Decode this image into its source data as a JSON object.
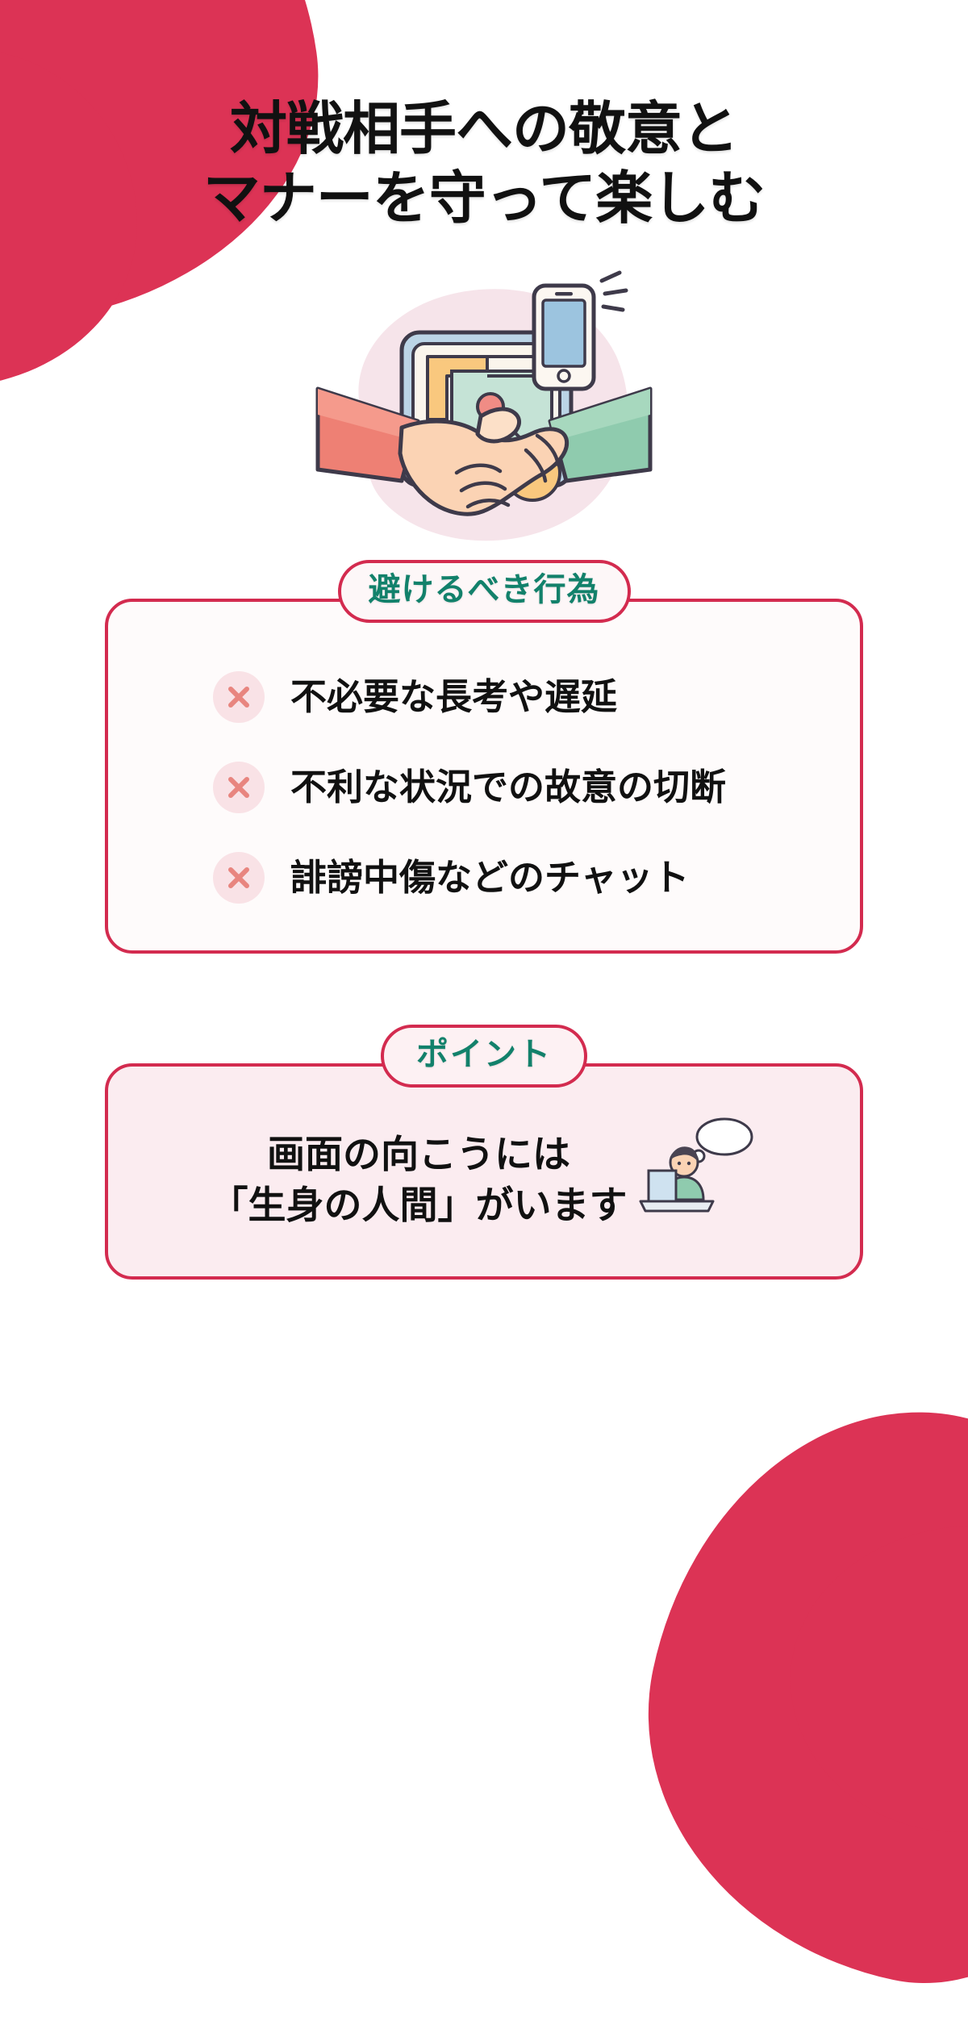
{
  "theme": {
    "accent_red": "#DC3355",
    "border_red": "#D32B4F",
    "badge_text_green": "#12816B",
    "x_mark_color": "#E8857F",
    "x_circle_bg": "#F9E2E6",
    "point_card_bg": "#FBECF0",
    "text_black": "#111111",
    "page_bg": "#FFFFFF"
  },
  "title": {
    "line1": "対戦相手への敬意と",
    "line2": "マナーを守って楽しむ"
  },
  "hero": {
    "icon_name": "handshake-over-game-board-illustration",
    "blob_color": "#F3DCE4",
    "left_sleeve_color": "#EE8074",
    "right_sleeve_color": "#8FCBAE",
    "skin_color": "#FBD3B4",
    "phone_screen_color": "#9CC4DF",
    "board_color": "#C5E3D6"
  },
  "sections": [
    {
      "badge": "避けるべき行為",
      "items": [
        {
          "icon": "x-mark-icon",
          "text": "不必要な長考や遅延"
        },
        {
          "icon": "x-mark-icon",
          "text": "不利な状況での故意の切断"
        },
        {
          "icon": "x-mark-icon",
          "text": "誹謗中傷などのチャット"
        }
      ]
    }
  ],
  "point": {
    "badge": "ポイント",
    "line1": "画面の向こうには",
    "line2": "「生身の人間」がいます",
    "icon_name": "person-at-laptop-thinking-illustration"
  }
}
